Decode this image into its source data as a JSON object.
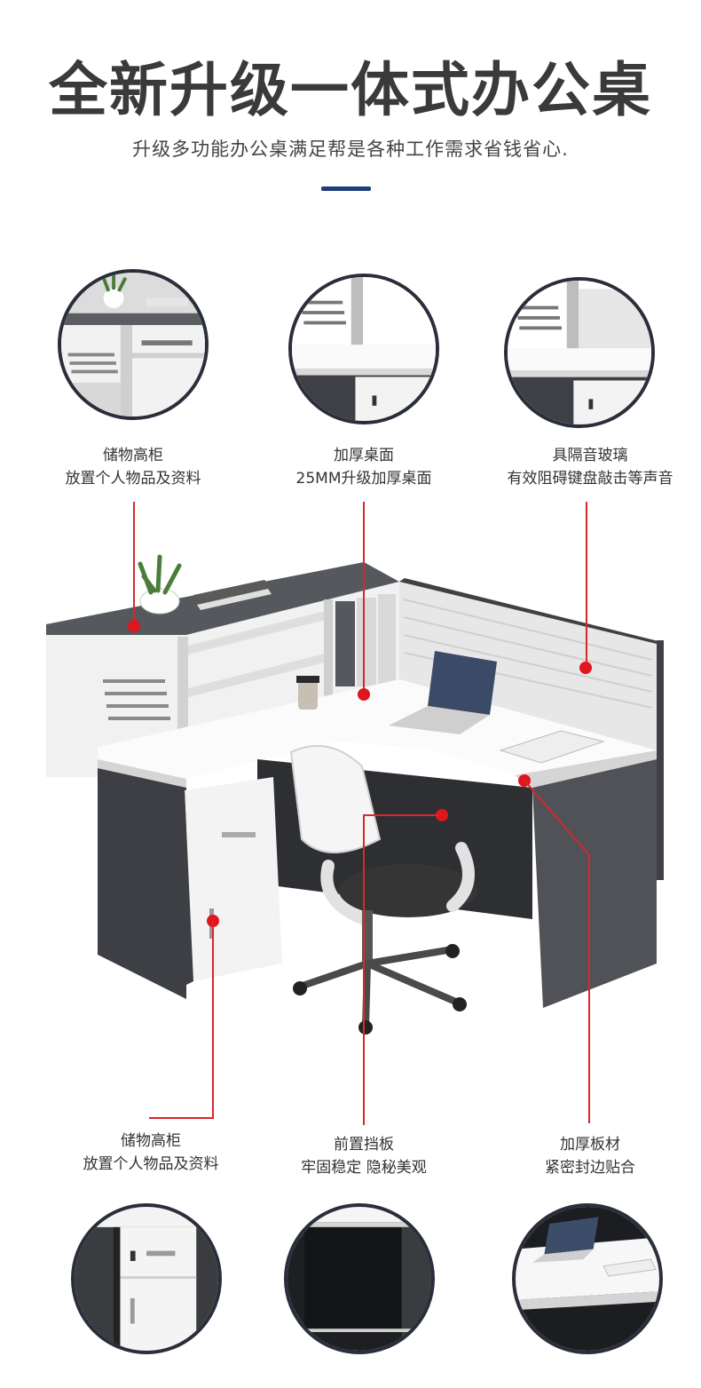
{
  "header": {
    "title": "全新升级一体式办公桌",
    "subtitle": "升级多功能办公桌满足帮是各种工作需求省钱省心."
  },
  "features_top": [
    {
      "name": "储物高柜",
      "desc": "放置个人物品及资料"
    },
    {
      "name": "加厚桌面",
      "desc": "25MM升级加厚桌面"
    },
    {
      "name": "具隔音玻璃",
      "desc": "有效阻碍键盘敲击等声音"
    }
  ],
  "features_bottom": [
    {
      "name": "储物高柜",
      "desc": "放置个人物品及资料"
    },
    {
      "name": "前置挡板",
      "desc": "牢固稳定 隐秘美观"
    },
    {
      "name": "加厚板材",
      "desc": "紧密封边贴合"
    }
  ],
  "colors": {
    "accent": "#1f3f7a",
    "pointer": "#e0161d",
    "desk_dark": "#3d3f44",
    "desk_white": "#f4f4f4"
  }
}
